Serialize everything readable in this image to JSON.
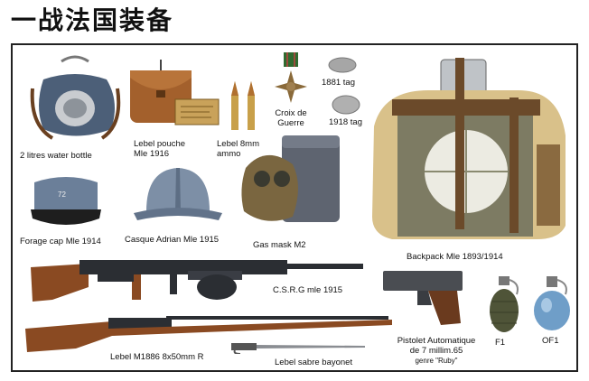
{
  "page": {
    "title": "一战法国装备"
  },
  "items": {
    "water_bottle": "2 litres water bottle",
    "pouche": {
      "line1": "Lebel pouche",
      "line2": "Mle 1916"
    },
    "ammo": {
      "line1": "Lebel 8mm",
      "line2": "ammo"
    },
    "croix": {
      "line1": "Croix de",
      "line2": "Guerre"
    },
    "tag_1881": "1881 tag",
    "tag_1918": "1918 tag",
    "forage_cap": "Forage cap Mle 1914",
    "forage_cap_badge": "72",
    "casque": "Casque Adrian Mle 1915",
    "gas_mask": "Gas mask M2",
    "backpack": "Backpack Mle 1893/1914",
    "csrg": "C.S.R.G mle 1915",
    "pistolet": {
      "line1": "Pistolet Automatique",
      "line2": "de 7 millim.65",
      "line3": "genre \"Ruby\""
    },
    "f1": "F1",
    "of1": "OF1",
    "lebel_rifle": "Lebel M1886 8x50mm R",
    "bayonet": "Lebel sabre bayonet"
  },
  "colors": {
    "wood": "#8a4a22",
    "steel": "#2b2e33",
    "helmet": "#7d8fa6",
    "canvas": "#c7b07a",
    "leather": "#9a5a2a",
    "olive": "#5f5a3a"
  }
}
